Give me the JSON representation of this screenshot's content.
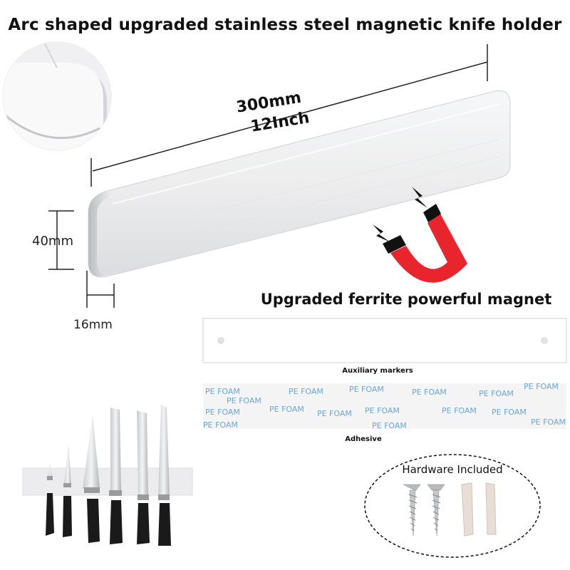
{
  "title": "Arc shaped upgraded stainless steel magnetic knife holder",
  "dimensions": {
    "length_mm": "300mm",
    "length_in": "12Inch",
    "height": "40mm",
    "depth": "16mm"
  },
  "magnet_label": "Upgraded ferrite powerful magnet",
  "auxiliary_label": "Auxiliary markers",
  "adhesive_label": "Adhesive",
  "foam_text": "PE FOAM",
  "hardware_label": "Hardware Included",
  "colors": {
    "magnet_red": "#e8252d",
    "steel": "#e9eaec",
    "foam_text": "#6aa7d8"
  }
}
